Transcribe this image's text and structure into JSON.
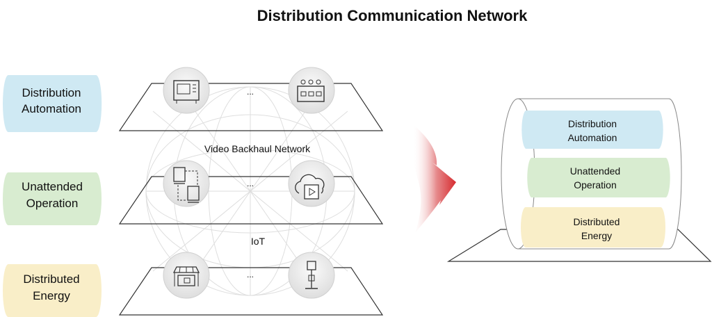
{
  "title": "Distribution Communication Network",
  "left_labels": [
    {
      "line1": "Distribution",
      "line2": "Automation",
      "color": "#cfe9f3"
    },
    {
      "line1": "Unattended",
      "line2": "Operation",
      "color": "#d8ecd0"
    },
    {
      "line1": "Distributed",
      "line2": "Energy",
      "color": "#f9eec8"
    }
  ],
  "network_labels": {
    "video": "Video Backhaul Network",
    "iot": "IoT"
  },
  "ellipsis": "...",
  "right_layers": [
    {
      "line1": "Distribution",
      "line2": "Automation",
      "color": "#cfe9f3"
    },
    {
      "line1": "Unattended",
      "line2": "Operation",
      "color": "#d8ecd0"
    },
    {
      "line1": "Distributed",
      "line2": "Energy",
      "color": "#f9eec8"
    }
  ],
  "colors": {
    "arrow": "#d62b2f",
    "mesh": "#dcdcdc",
    "icon_bg": "#ececec",
    "outline": "#333333"
  },
  "icons": [
    "ftu-cabinet-icon",
    "switchgear-icon",
    "video-devices-icon",
    "cloud-folder-icon",
    "solar-station-icon",
    "charging-pile-icon"
  ]
}
